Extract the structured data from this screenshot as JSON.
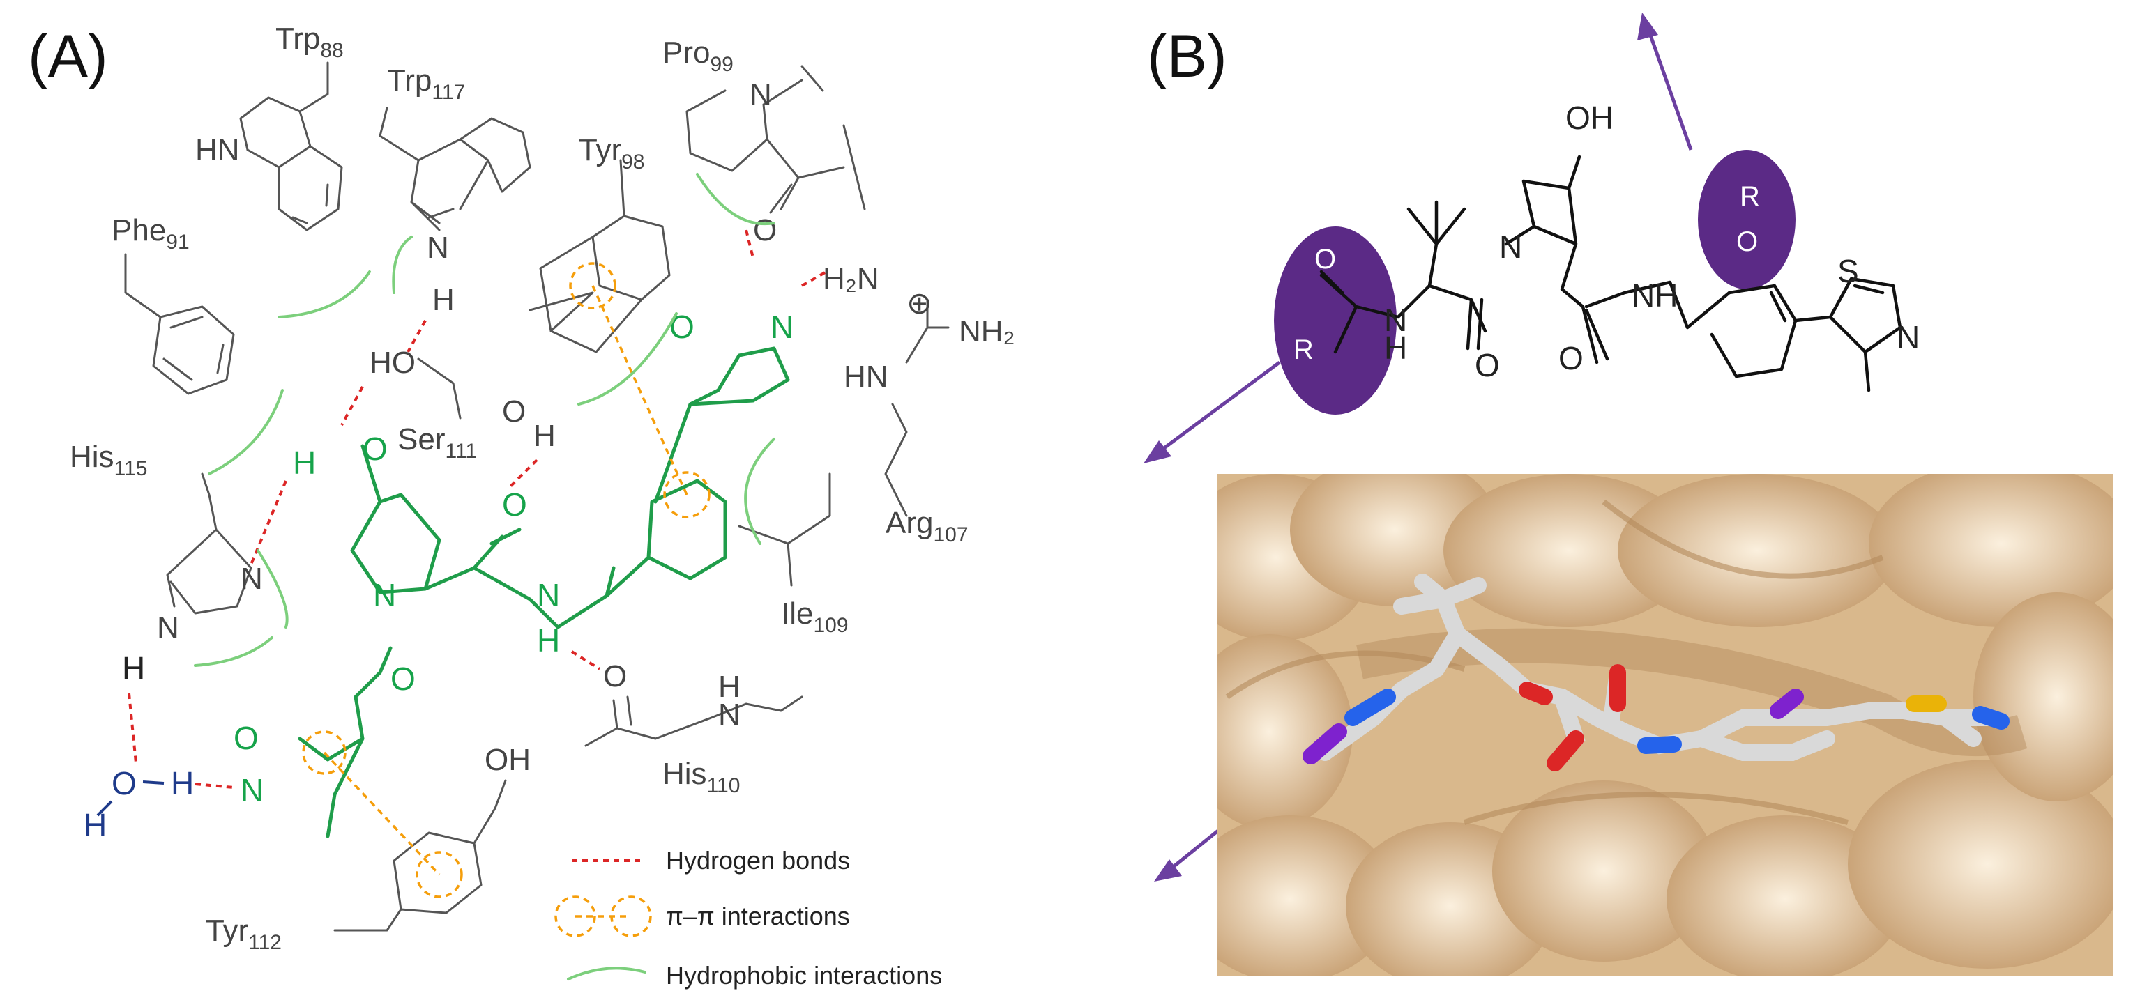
{
  "panels": {
    "a_label": "(A)",
    "b_label": "(B)"
  },
  "residues": {
    "trp88": {
      "name": "Trp",
      "num": "88"
    },
    "trp117": {
      "name": "Trp",
      "num": "117"
    },
    "pro99": {
      "name": "Pro",
      "num": "99"
    },
    "tyr98": {
      "name": "Tyr",
      "num": "98"
    },
    "phe91": {
      "name": "Phe",
      "num": "91"
    },
    "ser111": {
      "name": "Ser",
      "num": "111"
    },
    "his115": {
      "name": "His",
      "num": "115"
    },
    "arg107": {
      "name": "Arg",
      "num": "107"
    },
    "ile109": {
      "name": "Ile",
      "num": "109"
    },
    "his110": {
      "name": "His",
      "num": "110"
    },
    "tyr112": {
      "name": "Tyr",
      "num": "112"
    }
  },
  "atoms": {
    "hn": "HN",
    "n": "N",
    "h": "H",
    "ho": "HO",
    "o": "O",
    "oh": "OH",
    "h2n": "H₂N",
    "nh2": "NH₂",
    "hn_arg": "HN",
    "nh": "NH",
    "plus": "⊕",
    "s": "S",
    "r": "R"
  },
  "legend": {
    "hbond": "Hydrogen bonds",
    "pipi": "π–π interactions",
    "hydrophobic": "Hydrophobic interactions"
  },
  "colors": {
    "ligand": "#1f9d4a",
    "hbond": "#dc2626",
    "pi_stack": "#f59e0b",
    "hydrophobic": "#7ccf7c",
    "water": "#1e3a8a",
    "highlight": "#5b2a86",
    "arrow": "#6b3fa0",
    "surface": "#e6c9a0"
  }
}
